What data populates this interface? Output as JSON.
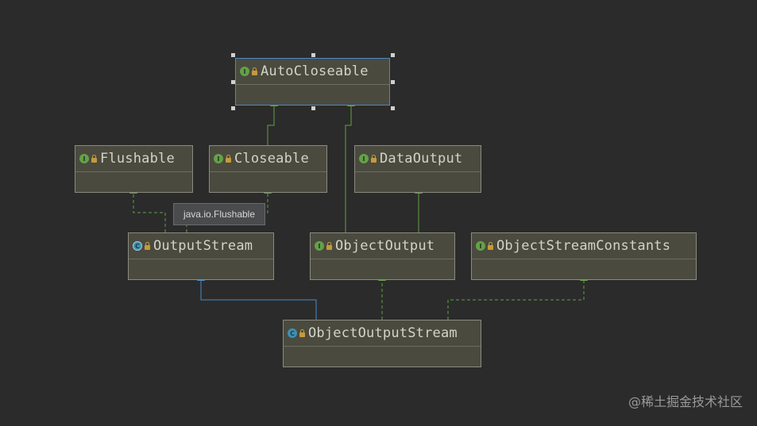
{
  "nodes": [
    {
      "id": "autocloseable",
      "label": "AutoCloseable",
      "kind": "interface",
      "selected": true
    },
    {
      "id": "flushable",
      "label": "Flushable",
      "kind": "interface"
    },
    {
      "id": "closeable",
      "label": "Closeable",
      "kind": "interface"
    },
    {
      "id": "dataoutput",
      "label": "DataOutput",
      "kind": "interface"
    },
    {
      "id": "outputstream",
      "label": "OutputStream",
      "kind": "abstract-class"
    },
    {
      "id": "objectoutput",
      "label": "ObjectOutput",
      "kind": "interface"
    },
    {
      "id": "objectstreamconstants",
      "label": "ObjectStreamConstants",
      "kind": "interface"
    },
    {
      "id": "objectoutputstream",
      "label": "ObjectOutputStream",
      "kind": "class"
    }
  ],
  "edges": [
    {
      "from": "closeable",
      "to": "autocloseable",
      "type": "extends-interface"
    },
    {
      "from": "objectoutput",
      "to": "autocloseable",
      "type": "extends-interface"
    },
    {
      "from": "objectoutput",
      "to": "dataoutput",
      "type": "extends-interface"
    },
    {
      "from": "outputstream",
      "to": "flushable",
      "type": "implements"
    },
    {
      "from": "outputstream",
      "to": "closeable",
      "type": "implements"
    },
    {
      "from": "objectoutputstream",
      "to": "outputstream",
      "type": "extends-class"
    },
    {
      "from": "objectoutputstream",
      "to": "objectoutput",
      "type": "implements"
    },
    {
      "from": "objectoutputstream",
      "to": "objectstreamconstants",
      "type": "implements"
    }
  ],
  "badges": {
    "interface": "I",
    "class": "C",
    "abstract-class": "C"
  },
  "tooltip": "java.io.Flushable",
  "watermark": "@稀土掘金技术社区",
  "colors": {
    "background": "#2b2b2b",
    "node_fill": "#4b4a3f",
    "interface_edge": "#62a246",
    "class_edge": "#4a88c7",
    "selection": "#4a88c7"
  },
  "icons": {
    "interface": "interface-badge-icon",
    "class": "class-badge-icon",
    "visibility": "lock-icon"
  }
}
